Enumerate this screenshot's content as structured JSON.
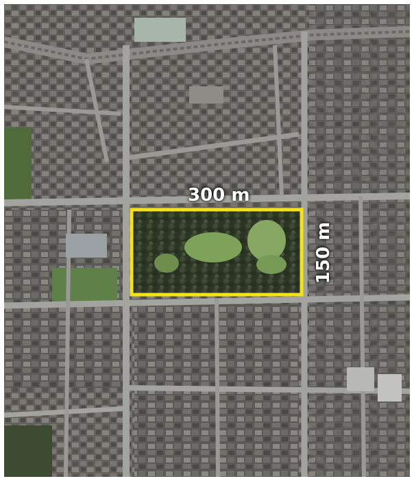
{
  "map": {
    "type": "satellite-aerial",
    "highlight": {
      "color": "#f5e21a",
      "shape": "rectangle",
      "width_label": "300 m",
      "height_label": "150 m"
    },
    "colors": {
      "streets": "#a3a3a0",
      "buildings": "#6e6c68",
      "park_trees": "#2f3a28",
      "lawn": "#7fa25a"
    }
  }
}
